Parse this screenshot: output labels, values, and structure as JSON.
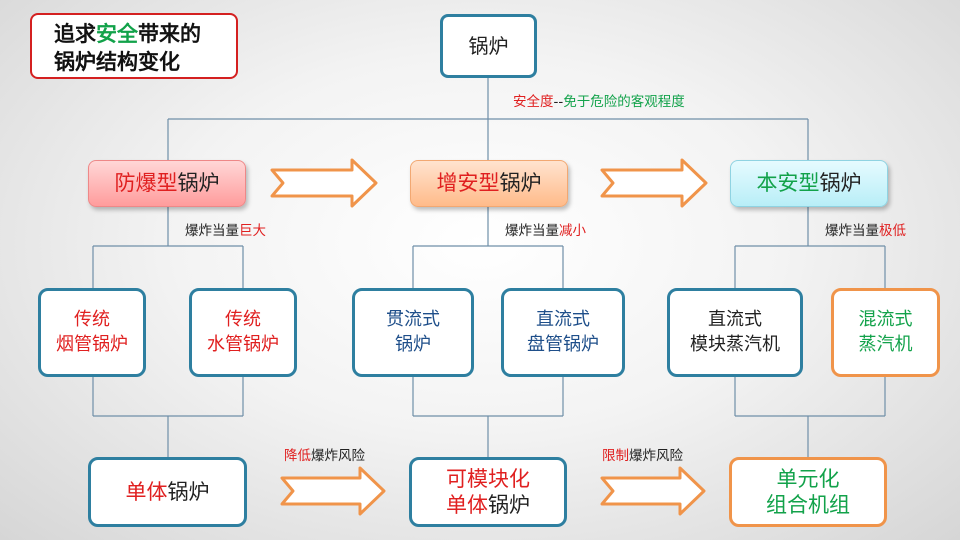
{
  "title": {
    "part1": "追求",
    "part2": "安全",
    "part3": "带来的",
    "line2": "锅炉结构变化"
  },
  "root": "锅炉",
  "safety_def": {
    "term": "安全度",
    "sep": "--",
    "desc": "免于危险的客观程度"
  },
  "tiers": [
    {
      "a": "防爆型",
      "b": "锅炉"
    },
    {
      "a": "增安型",
      "b": "锅炉"
    },
    {
      "a": "本安型",
      "b": "锅炉"
    }
  ],
  "explosion_labels": [
    {
      "base": "爆炸当量",
      "hl": "巨大"
    },
    {
      "base": "爆炸当量",
      "hl": "减小"
    },
    {
      "base": "爆炸当量",
      "hl": "极低"
    }
  ],
  "leaves": [
    {
      "l1": "传统",
      "l2": "烟管锅炉"
    },
    {
      "l1": "传统",
      "l2": "水管锅炉"
    },
    {
      "l1": "贯流式",
      "l2": "锅炉"
    },
    {
      "l1": "直流式",
      "l2": "盘管锅炉"
    },
    {
      "l1": "直流式",
      "l2": "模块蒸汽机"
    },
    {
      "l1": "混流式",
      "l2": "蒸汽机"
    }
  ],
  "bottom": {
    "b1": {
      "a": "单体",
      "b": "锅炉"
    },
    "b2": {
      "l1": "可模块化",
      "l2a": "单体",
      "l2b": "锅炉"
    },
    "b3": {
      "l1": "单元化",
      "l2": "组合机组"
    }
  },
  "risk_labels": [
    {
      "hl": "降低",
      "base": "爆炸风险"
    },
    {
      "hl": "限制",
      "base": "爆炸风险"
    }
  ]
}
